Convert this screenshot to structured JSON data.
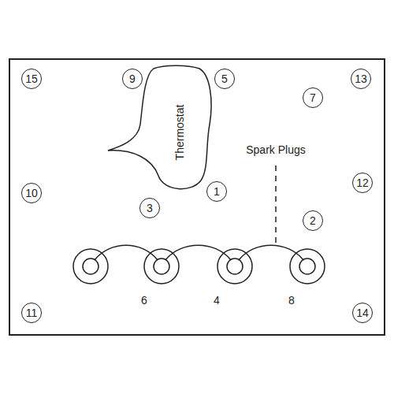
{
  "diagram": {
    "nodes": [
      {
        "text": [
          "15"
        ]
      },
      {
        "text": [
          "9"
        ]
      },
      {
        "text": [
          "Thermostat"
        ]
      },
      {
        "text": [
          "5"
        ]
      },
      {
        "text": [
          "13"
        ]
      },
      {
        "text": [
          "7"
        ]
      },
      {
        "text": [
          "10"
        ]
      },
      {
        "text": [
          "12"
        ]
      },
      {
        "text": [
          "1"
        ]
      },
      {
        "text": [
          "3"
        ]
      },
      {
        "text": [
          "2"
        ]
      },
      {
        "text": [
          "11"
        ]
      },
      {
        "text": [
          "14"
        ]
      }
    ],
    "labels": [
      "Spark Plugs",
      "6",
      "4",
      "8"
    ]
  }
}
